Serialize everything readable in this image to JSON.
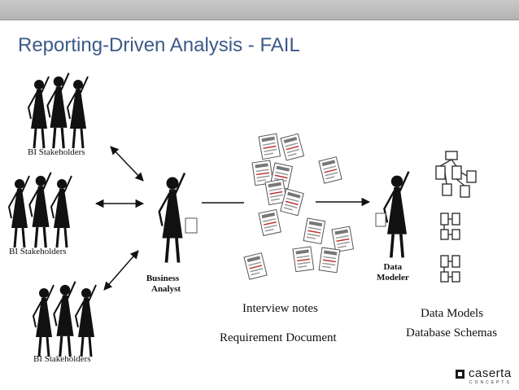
{
  "slide": {
    "title": "Reporting-Driven Analysis - FAIL"
  },
  "stakeholders": [
    {
      "label": "BI Stakeholders"
    },
    {
      "label": "BI Stakeholders"
    },
    {
      "label": "BI Stakeholders"
    }
  ],
  "analyst": {
    "line1": "Business",
    "line2": "Analyst"
  },
  "modeler": {
    "line1": "Data",
    "line2": "Modeler"
  },
  "documents": {
    "line1": "Interview notes",
    "line2": "Requirement Document"
  },
  "models": {
    "line1": "Data Models",
    "line2": "Database Schemas"
  },
  "logo": {
    "name": "caserta",
    "tagline": "CONCEPTS"
  },
  "colors": {
    "title": "#3b5a87",
    "topbar": "#bdbdbd"
  }
}
